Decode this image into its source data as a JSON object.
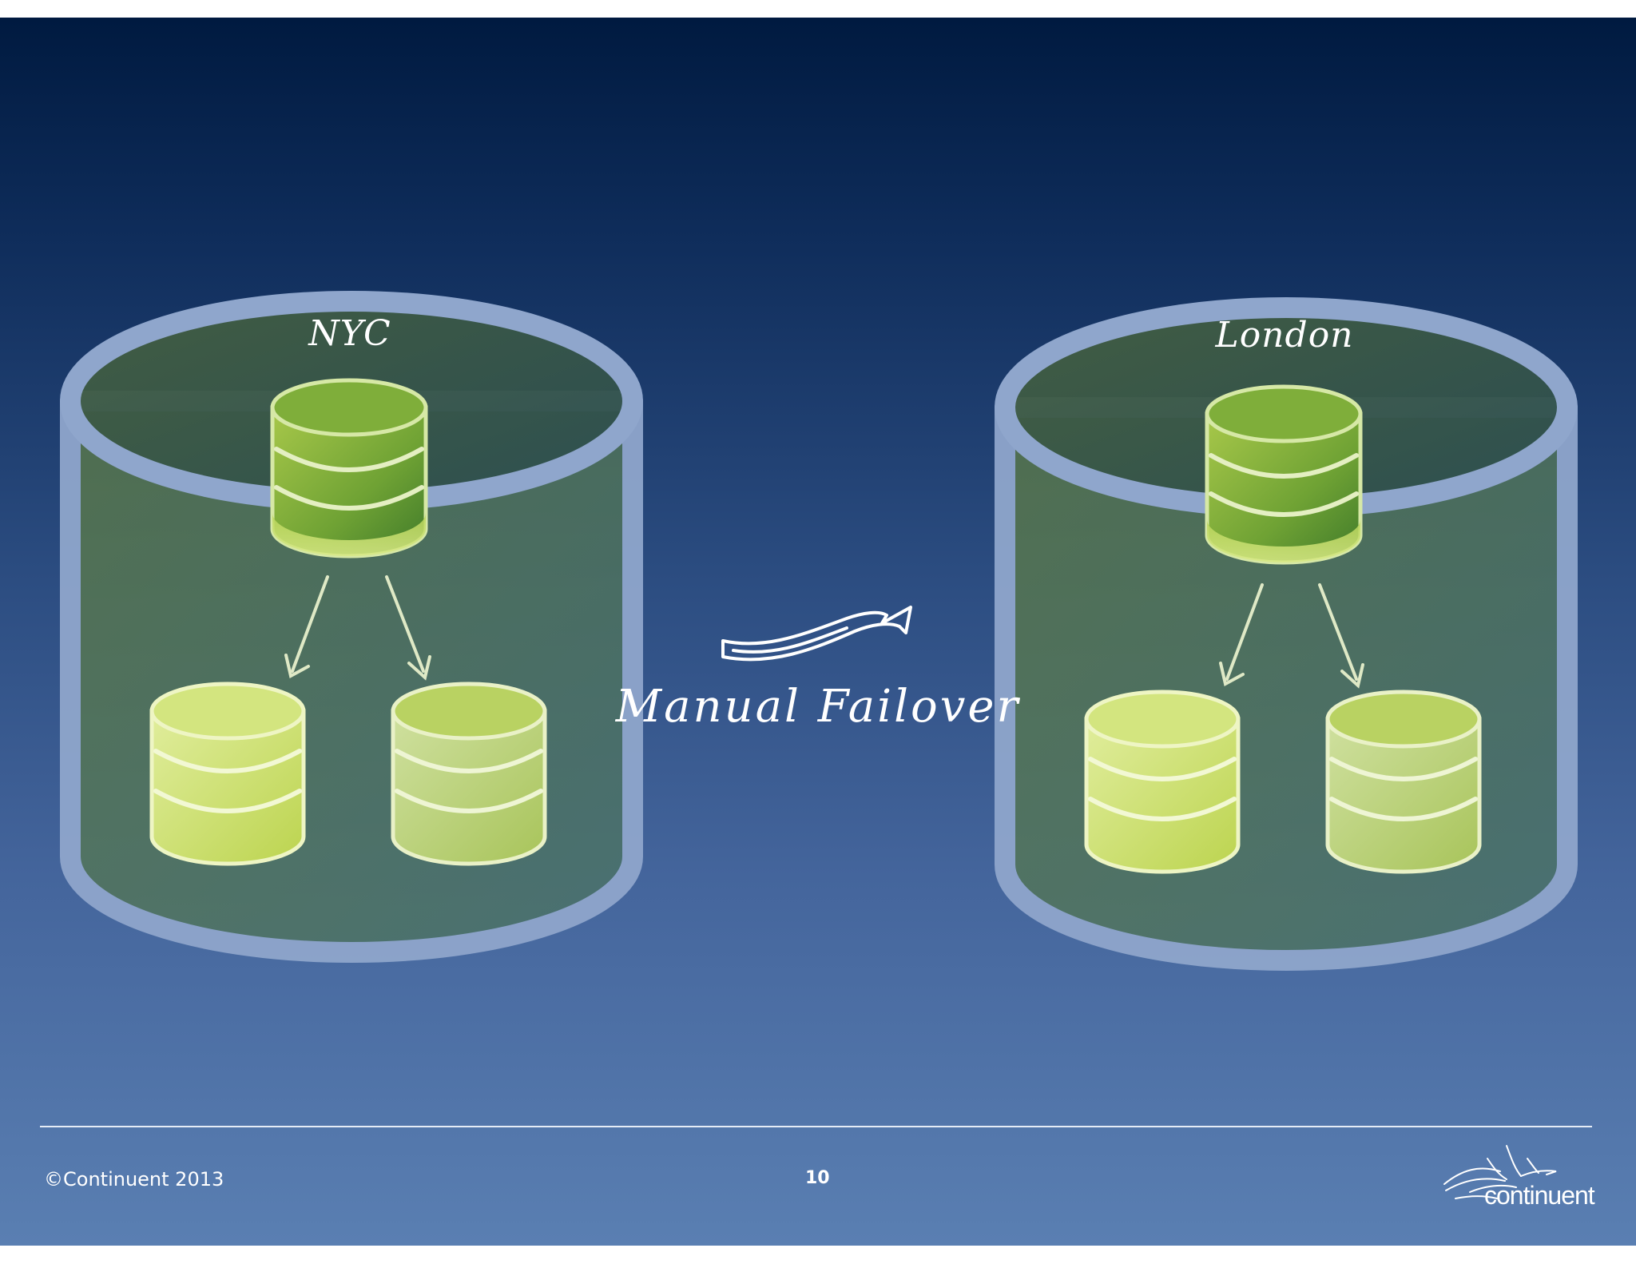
{
  "slide": {
    "sites": [
      {
        "label": "NYC"
      },
      {
        "label": "London"
      }
    ],
    "failover_label": "Manual Failover"
  },
  "footer": {
    "copyright": "©Continuent 2013",
    "page_number": "10",
    "logo_text": "continuent"
  },
  "colors": {
    "background_top": "#001a40",
    "background_bottom": "#5a7fb2",
    "site_container": "#8fa6cc",
    "primary_db": "#6a9a2a",
    "replica_db": "#cfe27a",
    "arrow": "#e6efd0",
    "text": "#ffffff"
  },
  "icons": {
    "site_container": "datacenter-cylinder-icon",
    "primary_database": "database-icon",
    "replica_database": "database-icon",
    "replication_arrow": "arrow-down-icon",
    "failover_arrow": "arrow-right-icon",
    "logo": "continuent-birds-logo"
  }
}
